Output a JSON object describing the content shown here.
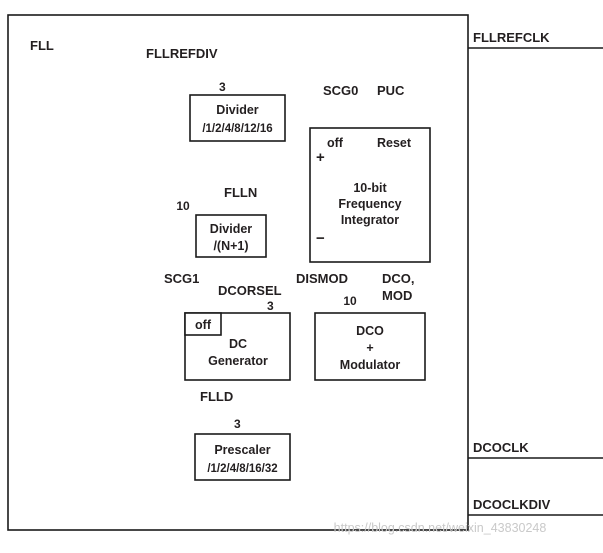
{
  "fll": {
    "title": "FLL",
    "watermark": "https://blog.csdn.net/weixin_43830248",
    "labels": {
      "fllrefclk": "FLLREFCLK",
      "fllrefdiv": "FLLREFDIV",
      "scg0": "SCG0",
      "puc": "PUC",
      "flln": "FLLN",
      "scg1": "SCG1",
      "dcorsel": "DCORSEL",
      "dismod": "DISMOD",
      "dco": "DCO,",
      "mod": "MOD",
      "flld": "FLLD",
      "dcoclk": "DCOCLK",
      "dcoclkdiv": "DCOCLKDIV"
    },
    "bus_widths": {
      "fllrefdiv": "3",
      "flln": "10",
      "dcorsel": "3",
      "dco_mod": "10",
      "flld": "3"
    },
    "blocks": {
      "ref_divider": {
        "name": "Divider",
        "ratio": "/1/2/4/8/12/16"
      },
      "integrator": {
        "off": "off",
        "reset": "Reset",
        "plus": "+",
        "minus": "−",
        "line1": "10-bit",
        "line2": "Frequency",
        "line3": "Integrator"
      },
      "n_divider": {
        "name": "Divider",
        "ratio": "/(N+1)"
      },
      "dc_generator": {
        "off": "off",
        "line1": "DC",
        "line2": "Generator"
      },
      "dco_modulator": {
        "line1": "DCO",
        "line2": "+",
        "line3": "Modulator"
      },
      "prescaler": {
        "name": "Prescaler",
        "ratio": "/1/2/4/8/16/32"
      }
    },
    "colors": {
      "line": "#1a1a1a",
      "text": "#231f20",
      "watermark": "#c9c9c9",
      "background": "#ffffff"
    }
  }
}
